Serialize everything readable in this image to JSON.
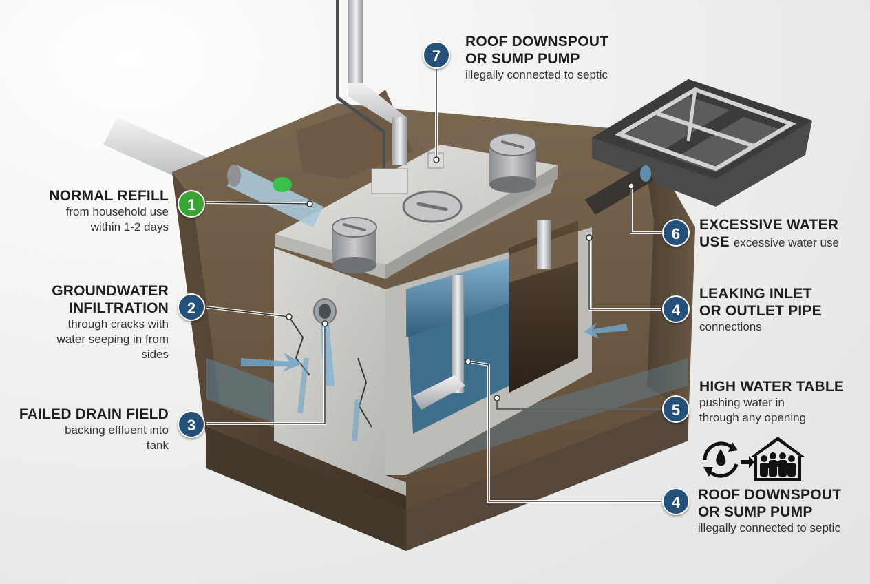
{
  "callouts": [
    {
      "id": "normal-refill",
      "number": "1",
      "badge_color": "#3aa535",
      "title_lines": [
        "NORMAL REFILL"
      ],
      "desc_lines": [
        "from household use",
        "within 1-2 days"
      ]
    },
    {
      "id": "groundwater-infiltration",
      "number": "2",
      "badge_color": "#24507a",
      "title_lines": [
        "GROUNDWATER",
        "INFILTRATION"
      ],
      "desc_lines": [
        "through cracks with",
        "water seeping in from",
        "sides"
      ]
    },
    {
      "id": "failed-drain-field",
      "number": "3",
      "badge_color": "#24507a",
      "title_lines": [
        "FAILED DRAIN FIELD"
      ],
      "desc_lines": [
        "backing effluent into",
        "tank"
      ]
    },
    {
      "id": "roof-downspout-top",
      "number": "7",
      "badge_color": "#24507a",
      "title_lines": [
        "ROOF DOWNSPOUT",
        "OR SUMP PUMP"
      ],
      "desc_lines": [
        "illegally connected to septic"
      ]
    },
    {
      "id": "excessive-water-use",
      "number": "6",
      "badge_color": "#24507a",
      "title_lines": [
        "EXCESSIVE WATER"
      ],
      "title_inline_bold": "USE",
      "title_inline_rest": "excessive water use"
    },
    {
      "id": "leaking-pipe",
      "number": "4",
      "badge_color": "#24507a",
      "title_lines": [
        "LEAKING INLET",
        "OR OUTLET PIPE"
      ],
      "desc_lines": [
        "connections"
      ]
    },
    {
      "id": "high-water-table",
      "number": "5",
      "badge_color": "#24507a",
      "title_lines": [
        "HIGH WATER TABLE"
      ],
      "desc_lines": [
        "pushing water in",
        "through any opening"
      ]
    },
    {
      "id": "roof-downspout-bottom",
      "number": "4",
      "badge_color": "#24507a",
      "title_lines": [
        "ROOF DOWNSPOUT",
        "OR SUMP PUMP"
      ],
      "desc_lines": [
        "illegally connected to septic"
      ]
    }
  ],
  "icons": [
    "water-cycle-icon",
    "household-icon"
  ],
  "colors": {
    "badge_blue": "#24507a",
    "badge_green": "#3aa535",
    "concrete": "#c9c8c4",
    "soil": "#6b5a45",
    "water": "#6fa3c8"
  }
}
